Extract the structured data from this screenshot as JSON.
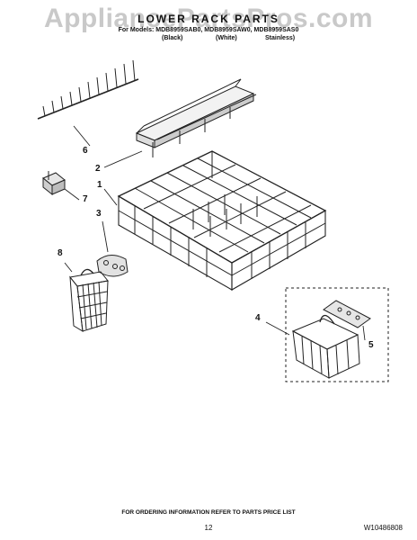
{
  "watermark": "AppliancePartsPros.com",
  "header": {
    "title": "LOWER RACK PARTS",
    "models": "For Models: MDB8959SAB0, MDB8959SAW0, MDB8959SAS0",
    "variants": [
      "(Black)",
      "(White)",
      "Stainless)"
    ]
  },
  "callouts": [
    "6",
    "2",
    "1",
    "7",
    "3",
    "8",
    "4",
    "5"
  ],
  "footer": {
    "note": "FOR ORDERING INFORMATION REFER TO PARTS PRICE LIST",
    "page": "12",
    "doc_number": "W10486808"
  }
}
